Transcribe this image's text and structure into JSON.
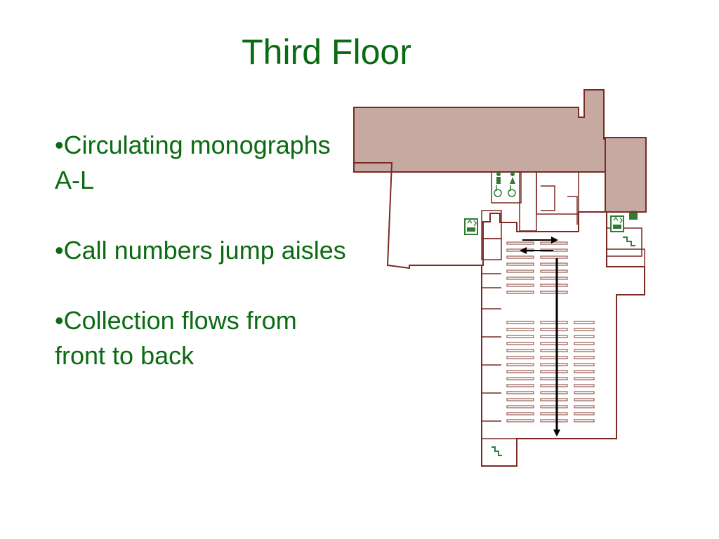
{
  "slide": {
    "title": "Third Floor",
    "bullets": [
      "•Circulating monographs A-L",
      "•Call numbers jump aisles",
      "•Collection flows from front to back"
    ]
  },
  "floorplan": {
    "colors": {
      "wall": "#7b2a22",
      "restricted_area": "#c6aaa1",
      "stack_shelf": "#9a5a50",
      "icon": "#2f7d33",
      "arrow": "#000000"
    },
    "icons": [
      "restroom-men-icon",
      "restroom-women-icon",
      "accessible-restroom-icon",
      "elevator-icon",
      "stairs-icon",
      "copier-icon"
    ],
    "arrows": [
      "right-arrow",
      "left-arrow",
      "down-arrow"
    ]
  }
}
